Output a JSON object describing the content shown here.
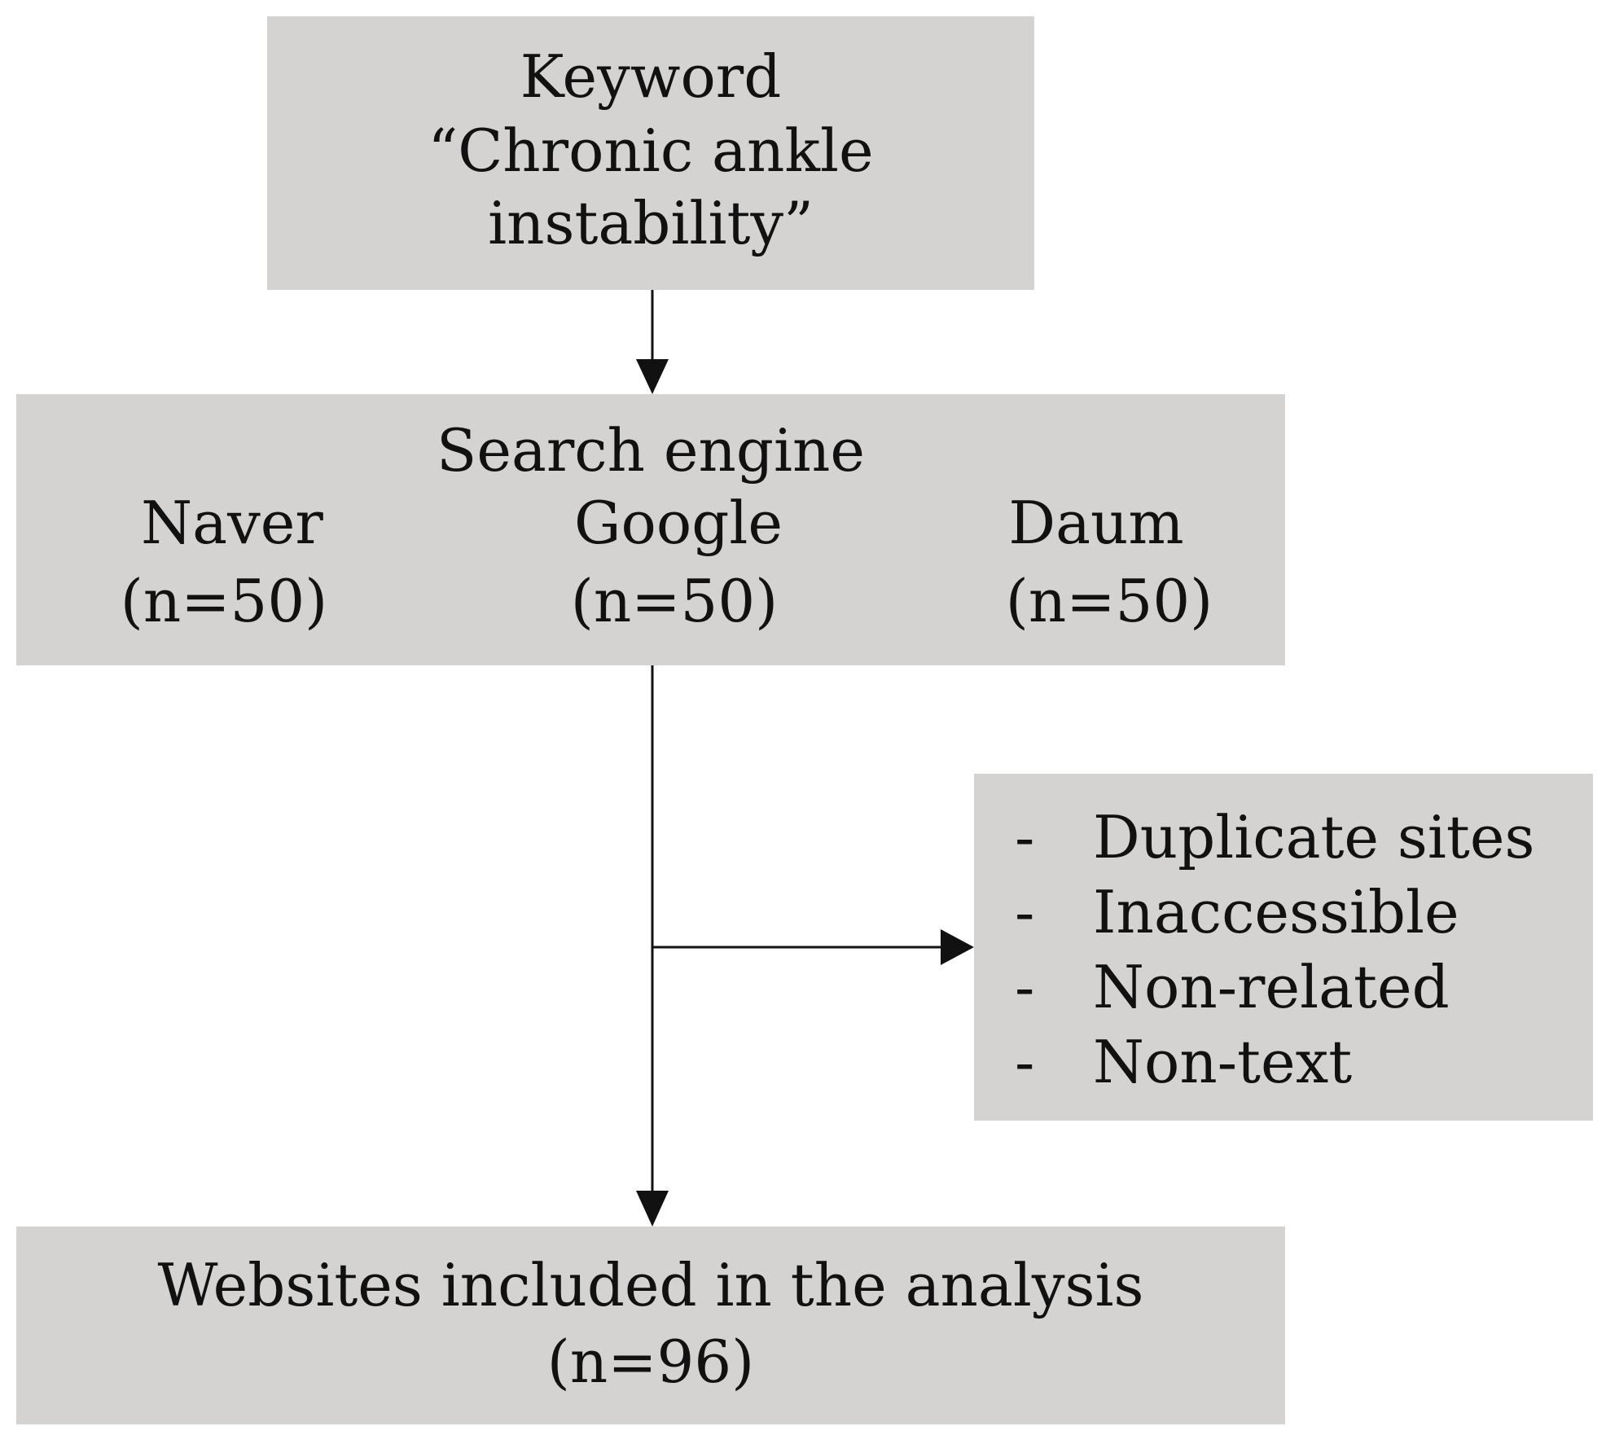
{
  "keyword_box": {
    "line1": "Keyword",
    "line2": "“Chronic ankle",
    "line3": "instability”"
  },
  "search_box": {
    "title": "Search engine",
    "engines": [
      {
        "name": "Naver",
        "count": "(n=50)"
      },
      {
        "name": "Google",
        "count": "(n=50)"
      },
      {
        "name": "Daum",
        "count": "(n=50)"
      }
    ]
  },
  "exclusion_box": {
    "bullet": "-",
    "items": [
      "Duplicate sites",
      "Inaccessible",
      "Non-related",
      "Non-text"
    ]
  },
  "result_box": {
    "line1": "Websites included in the analysis",
    "line2": "(n=96)"
  },
  "colors": {
    "box_fill": "#d4d3d1",
    "line": "#111111",
    "text": "#111111"
  }
}
